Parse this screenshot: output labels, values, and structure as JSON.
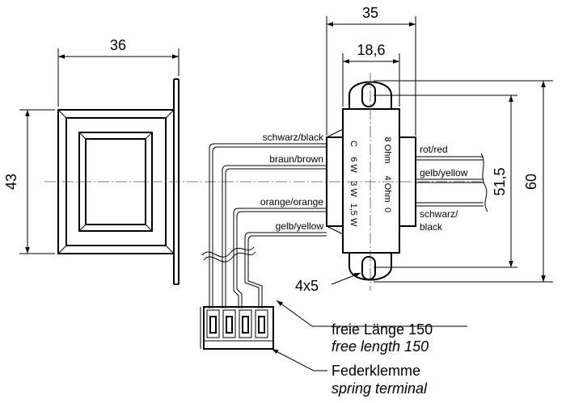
{
  "dimensions": {
    "width_left": "36",
    "height_left": "43",
    "width_total": "35",
    "width_inner": "18,6",
    "hole_pitch": "51,5",
    "height_total": "60",
    "holes": "4x5"
  },
  "wires_left": [
    "schwarz/black",
    "braun/brown",
    "orange/orange",
    "gelb/yellow"
  ],
  "wires_right": {
    "red": "rot/red",
    "yellow": "gelb/yellow",
    "black_line1": "schwarz/",
    "black_line2": "black"
  },
  "transformer_labels": {
    "primary_c": "C",
    "primary_6w": "6 W",
    "primary_3w": "3 W",
    "primary_15w": "1,5 W",
    "secondary_8ohm": "8 Ohm",
    "secondary_4ohm": "4 Ohm",
    "secondary_0": "0"
  },
  "callouts": {
    "free_length_de": "freie Länge 150",
    "free_length_en": "free length 150",
    "terminal_de": "Federklemme",
    "terminal_en": "spring terminal"
  }
}
